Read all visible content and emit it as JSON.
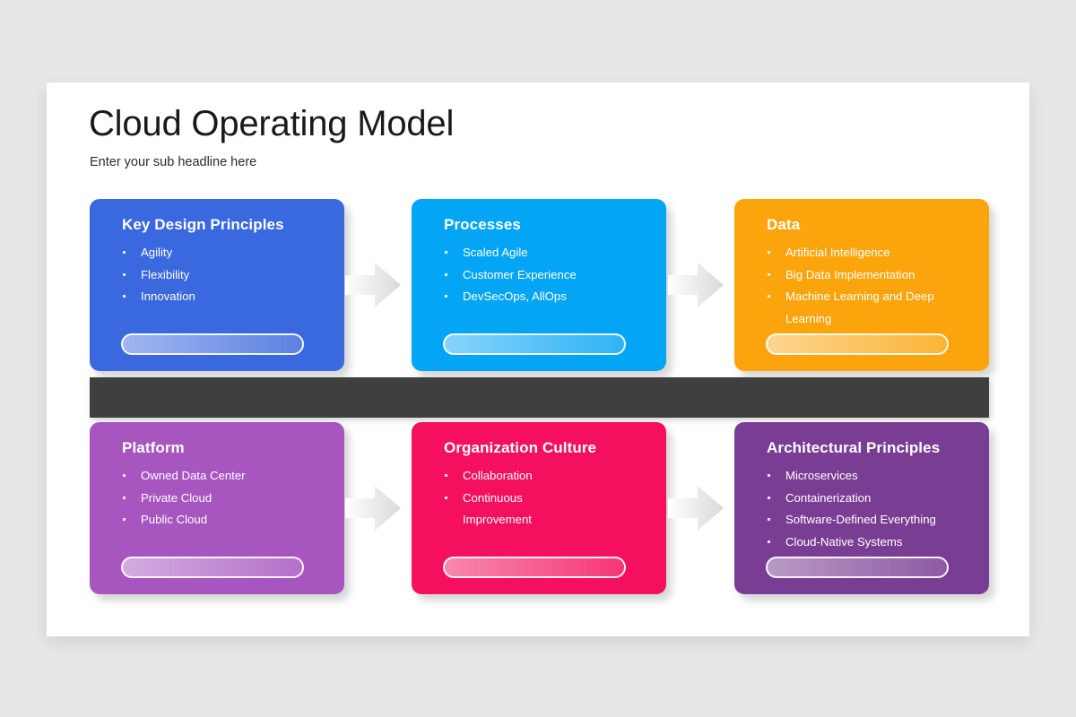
{
  "slide": {
    "title": "Cloud Operating Model",
    "subtitle": "Enter your sub headline here",
    "background_color": "#e8e6e7",
    "surface_color": "#ffffff",
    "divider_color": "#3f3f3f"
  },
  "cards": [
    {
      "title": "Key Design Principles",
      "color": "#3a68de",
      "items": [
        "Agility",
        "Flexibility",
        "Innovation"
      ]
    },
    {
      "title": "Processes",
      "color": "#04a5f5",
      "items": [
        "Scaled Agile",
        "Customer Experience",
        "DevSecOps, AllOps"
      ]
    },
    {
      "title": "Data",
      "color": "#fba40b",
      "items": [
        "Artificial Intelligence",
        "Big Data Implementation",
        "Machine Learning and Deep Learning"
      ]
    },
    {
      "title": "Platform",
      "color": "#a756bf",
      "items": [
        "Owned Data Center",
        "Private Cloud",
        "Public Cloud"
      ]
    },
    {
      "title": "Organization Culture",
      "color": "#f4105e",
      "items": [
        "Collaboration",
        "Continuous Improvement"
      ]
    },
    {
      "title": "Architectural Principles",
      "color": "#7a3d94",
      "items": [
        "Microservices",
        "Containerization",
        "Software-Defined Everything",
        "Cloud-Native Systems"
      ]
    }
  ],
  "arrows": [
    {
      "name": "arrow-right-row1-1"
    },
    {
      "name": "arrow-right-row1-2"
    },
    {
      "name": "arrow-right-row2-1"
    },
    {
      "name": "arrow-right-row2-2"
    }
  ]
}
